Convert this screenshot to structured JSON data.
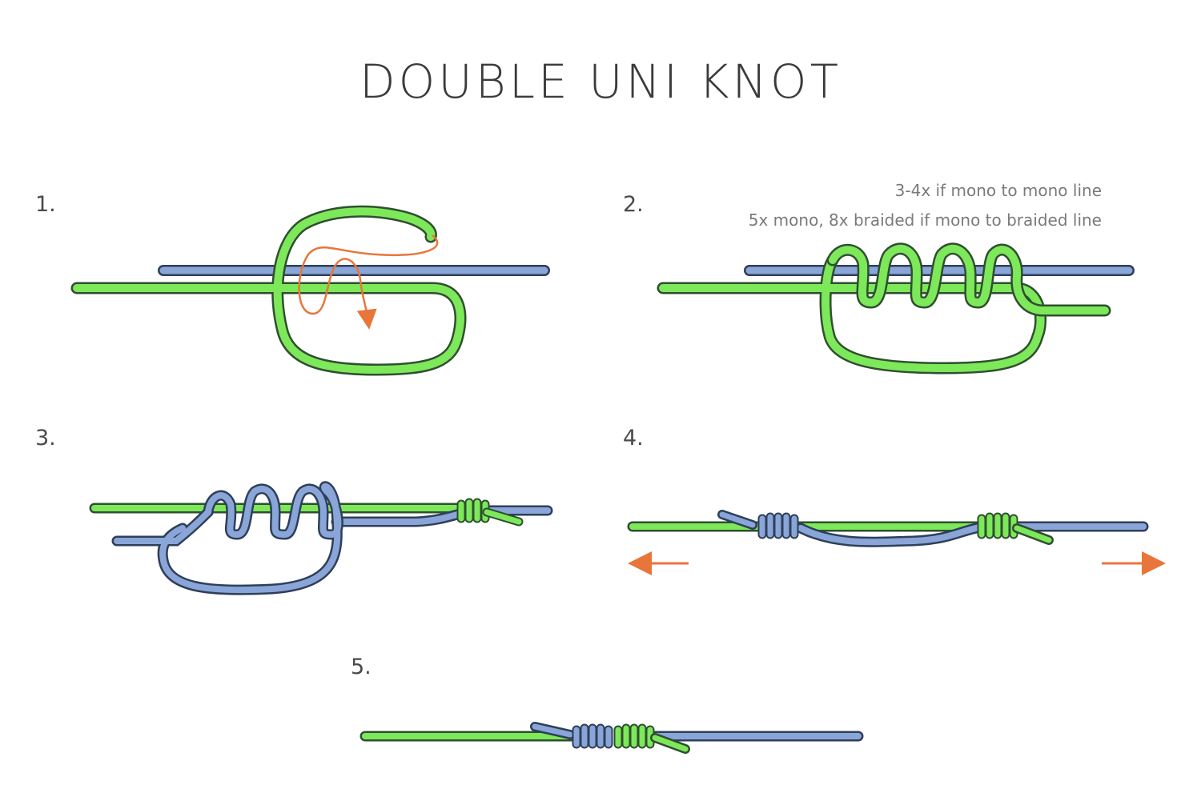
{
  "title": "DOUBLE UNI KNOT",
  "steps": [
    {
      "number": "1."
    },
    {
      "number": "2.",
      "notes": [
        "3-4x if mono to mono line",
        "5x mono, 8x braided if mono to braided line"
      ]
    },
    {
      "number": "3."
    },
    {
      "number": "4."
    },
    {
      "number": "5."
    }
  ],
  "colors": {
    "green_line": "#7de85a",
    "blue_line": "#8aa6d8",
    "outline": "#2f4f2f",
    "arrow": "#e8763a",
    "text": "#3b3b3b"
  }
}
